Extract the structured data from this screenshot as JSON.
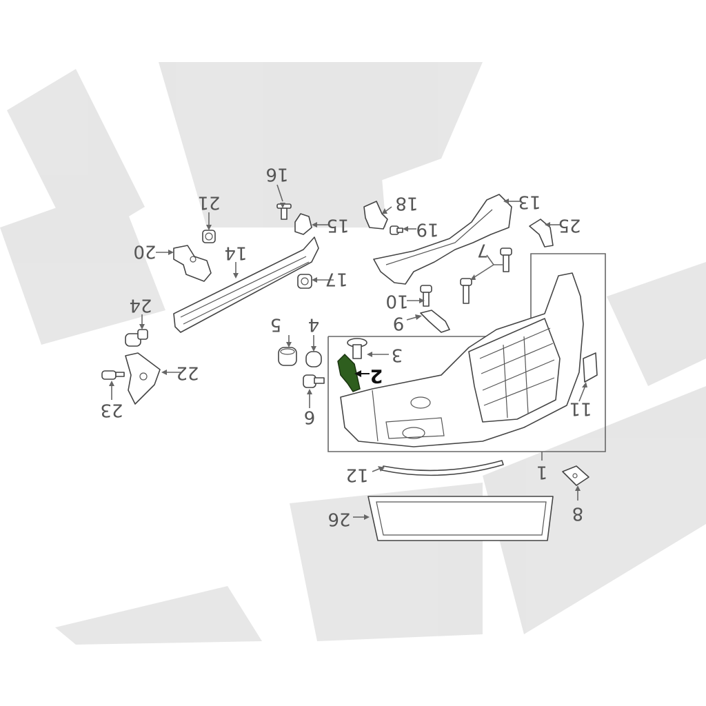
{
  "diagram": {
    "highlight_color": "#2e5e1e",
    "callouts": [
      {
        "id": "c1",
        "text": "1"
      },
      {
        "id": "c2",
        "text": "2"
      },
      {
        "id": "c3",
        "text": "3"
      },
      {
        "id": "c4",
        "text": "4"
      },
      {
        "id": "c5",
        "text": "5"
      },
      {
        "id": "c6",
        "text": "6"
      },
      {
        "id": "c7",
        "text": "7"
      },
      {
        "id": "c8",
        "text": "8"
      },
      {
        "id": "c9",
        "text": "9"
      },
      {
        "id": "c10",
        "text": "10"
      },
      {
        "id": "c11",
        "text": "11"
      },
      {
        "id": "c12",
        "text": "12"
      },
      {
        "id": "c13",
        "text": "13"
      },
      {
        "id": "c14",
        "text": "14"
      },
      {
        "id": "c15",
        "text": "15"
      },
      {
        "id": "c16",
        "text": "16"
      },
      {
        "id": "c17",
        "text": "17"
      },
      {
        "id": "c18",
        "text": "18"
      },
      {
        "id": "c19",
        "text": "19"
      },
      {
        "id": "c20",
        "text": "20"
      },
      {
        "id": "c21",
        "text": "21"
      },
      {
        "id": "c22",
        "text": "22"
      },
      {
        "id": "c23",
        "text": "23"
      },
      {
        "id": "c24",
        "text": "24"
      },
      {
        "id": "c25",
        "text": "25"
      },
      {
        "id": "c26",
        "text": "26"
      }
    ]
  }
}
